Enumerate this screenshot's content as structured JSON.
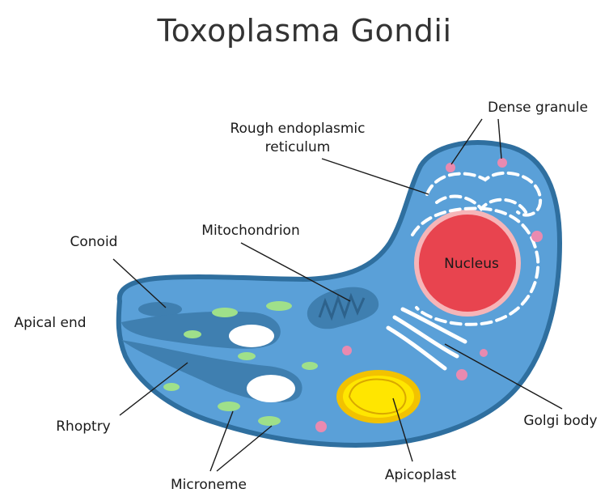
{
  "title": "Toxoplasma Gondii",
  "labels": {
    "dense_granule": "Dense granule",
    "rough_er_line1": "Rough endoplasmic",
    "rough_er_line2": "reticulum",
    "mitochondrion": "Mitochondrion",
    "conoid": "Conoid",
    "nucleus": "Nucleus",
    "apical_end": "Apical end",
    "rhoptry": "Rhoptry",
    "golgi_body": "Golgi body",
    "microneme": "Microneme",
    "apicoplast": "Apicoplast"
  },
  "colors": {
    "cell_fill": "#5aa0d8",
    "cell_outline": "#2f6f9f",
    "dark_organelle": "#3f7fb0",
    "nucleus_fill": "#e8444f",
    "nucleus_ring": "#f6b5b8",
    "microneme": "#9fe08a",
    "dense_granule": "#e98ab0",
    "apicoplast_outer": "#f2c200",
    "apicoplast_inner": "#ffe600",
    "leader_line": "#1a1a1a"
  }
}
